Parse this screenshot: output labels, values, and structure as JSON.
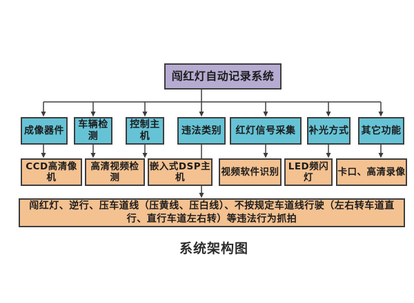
{
  "diagram": {
    "root": {
      "label": "闯红灯自动记录系统"
    },
    "level1": [
      {
        "label": "成像器件"
      },
      {
        "label": "车辆检测"
      },
      {
        "label": "控制主机"
      },
      {
        "label": "违法类别"
      },
      {
        "label": "红灯信号采集"
      },
      {
        "label": "补光方式"
      },
      {
        "label": "其它功能"
      }
    ],
    "level2": [
      {
        "label": "CCD高清像机"
      },
      {
        "label": "高清视频检测"
      },
      {
        "label": "嵌入式DSP主机"
      },
      {
        "label": "视频软件识别"
      },
      {
        "label": "LED频闪灯"
      },
      {
        "label": "卡口、高清录像"
      }
    ],
    "result": {
      "label": "闯红灯、逆行、压车道线（压黄线、压白线）、不按规定车道线行驶（左右转车道直行、直行车道左右转）等违法行为抓拍"
    },
    "caption": "系统架构图",
    "colors": {
      "root_fill": "#b6abd1",
      "level1_fill": "#66c3d6",
      "level2_fill": "#f4c191",
      "border": "#3d3d3d",
      "line": "#3d3d3d",
      "background": "#ffffff"
    }
  }
}
